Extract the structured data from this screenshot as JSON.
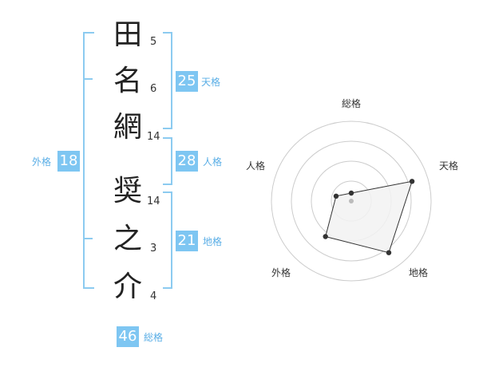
{
  "name": {
    "surname": [
      {
        "char": "田",
        "strokes": "5"
      },
      {
        "char": "名",
        "strokes": "6"
      },
      {
        "char": "網",
        "strokes": "14"
      }
    ],
    "given": [
      {
        "char": "奨",
        "strokes": "14"
      },
      {
        "char": "之",
        "strokes": "3"
      },
      {
        "char": "介",
        "strokes": "4"
      }
    ]
  },
  "fortunes": {
    "tenkaku": {
      "label": "天格",
      "value": "25"
    },
    "jinkaku": {
      "label": "人格",
      "value": "28"
    },
    "chikaku": {
      "label": "地格",
      "value": "21"
    },
    "gaikaku": {
      "label": "外格",
      "value": "18"
    },
    "soukaku": {
      "label": "総格",
      "value": "46"
    }
  },
  "chart_data": {
    "type": "radar",
    "axes": [
      "総格",
      "天格",
      "地格",
      "外格",
      "人格"
    ],
    "rings": 4,
    "values": [
      0.1,
      0.8,
      0.8,
      0.55,
      0.2
    ],
    "colors": {
      "fill": "#f2f2f2",
      "stroke": "#333333",
      "grid": "#cccccc",
      "point": "#333333",
      "center": "#bbbbbb"
    }
  },
  "colors": {
    "accent": "#7ec6f2",
    "bracket": "#8ccbf0",
    "tag": "#5aaee6"
  }
}
